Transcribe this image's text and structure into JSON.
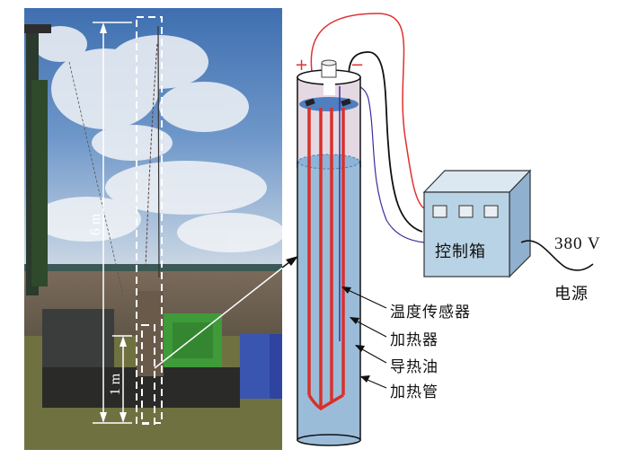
{
  "photo": {
    "dimension_total": "6 m",
    "dimension_heated": "1 m"
  },
  "diagram": {
    "polarity_positive": "+",
    "polarity_negative": "−",
    "control_box_label": "控制箱",
    "voltage_label": "380 V",
    "power_label": "电源",
    "callouts": [
      {
        "label": "温度传感器"
      },
      {
        "label": "加热器"
      },
      {
        "label": "导热油"
      },
      {
        "label": "加热管"
      }
    ]
  },
  "colors": {
    "pipe_fill": "#9bbcd9",
    "heater_red": "#d9302a",
    "sensor_blue": "#3b2c9c",
    "box_front": "#b9d3e6",
    "box_side": "#8fb1cf",
    "box_top": "#dce8f1"
  }
}
